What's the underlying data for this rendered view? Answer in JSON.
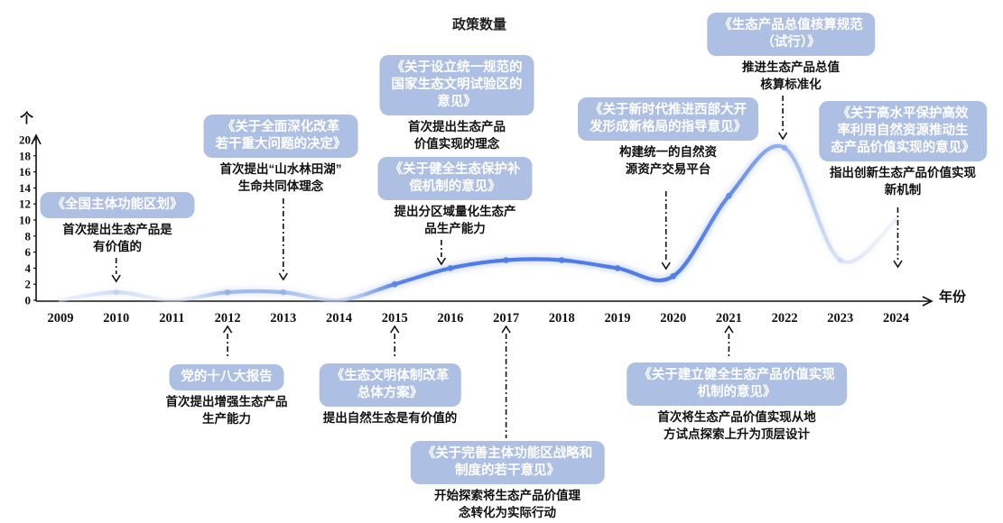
{
  "legend": {
    "label": "政策数量"
  },
  "axes": {
    "y_unit": "个",
    "x_unit": "年份",
    "y_ticks": [
      0,
      2,
      4,
      6,
      8,
      10,
      12,
      14,
      16,
      18,
      20
    ]
  },
  "colors": {
    "box_bg": "#aebfe4",
    "box_text": "#ffffff",
    "line_main": "#4f7ce5",
    "axis": "#111111"
  },
  "chart_data": {
    "type": "line",
    "title": "",
    "x": [
      2009,
      2010,
      2011,
      2012,
      2013,
      2014,
      2015,
      2016,
      2017,
      2018,
      2019,
      2020,
      2021,
      2022,
      2023,
      2024
    ],
    "series": [
      {
        "name": "政策数量",
        "values": [
          0,
          1,
          0,
          1,
          1,
          0,
          2,
          4,
          5,
          5,
          4,
          3,
          13,
          19,
          5,
          10
        ]
      }
    ],
    "xlabel": "年份",
    "ylabel": "个",
    "ylim": [
      0,
      20
    ],
    "grid": false,
    "legend_position": "top-center",
    "style": "smooth gradient blue line, faded at both ends"
  },
  "events": {
    "top": [
      {
        "year": 2010,
        "title": "《全国主体功能区划》",
        "note": "首次提出生态产品是\n有价值的"
      },
      {
        "year": 2013,
        "title": "《关于全面深化改革\n若干重大问题的决定》",
        "note": "首次提出“山水林田湖”\n生命共同体理念"
      },
      {
        "year": 2016,
        "title": "《关于设立统一规范的\n国家生态文明试验区的\n意见》",
        "note": "首次提出生态产品\n价值实现的理念"
      },
      {
        "year": 2016,
        "title": "《关于健全生态保护补\n偿机制的意见》",
        "note": "提出分区域量化生态产\n品生产能力"
      },
      {
        "year": 2020,
        "title": "《关于新时代推进西部大开\n发形成新格局的指导意见》",
        "note": "构建统一的自然资\n源资产交易平台"
      },
      {
        "year": 2022,
        "title": "《生态产品总值核算规范\n（试行）》",
        "note": "推进生态产品总值\n核算标准化"
      },
      {
        "year": 2024,
        "title": "《关于高水平保护高效\n率利用自然资源推动生\n态产品价值实现的意见》",
        "note": "指出创新生态产品价值实现\n新机制"
      }
    ],
    "bottom": [
      {
        "year": 2012,
        "title": "党的十八大报告",
        "note": "首次提出增强生态产品\n生产能力"
      },
      {
        "year": 2015,
        "title": "《生态文明体制改革\n总体方案》",
        "note": "提出自然生态是有价值的"
      },
      {
        "year": 2017,
        "title": "《关于完善主体功能区战略和\n制度的若干意见》",
        "note": "开始探索将生态产品价值理\n念转化为实际行动"
      },
      {
        "year": 2021,
        "title": "《关于建立健全生态产品价值实现\n机制的意见》",
        "note": "首次将生态产品价值实现从地\n方试点探索上升为顶层设计"
      }
    ]
  }
}
